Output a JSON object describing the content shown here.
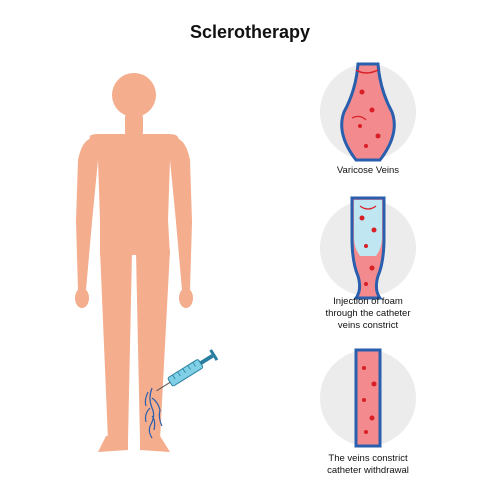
{
  "title": "Sclerotherapy",
  "steps": [
    {
      "lines": [
        "Varicose Veins"
      ]
    },
    {
      "lines": [
        "Injection of foam",
        "through the catheter",
        "veins constrict"
      ]
    },
    {
      "lines": [
        "The veins constrict",
        "catheter withdrawal"
      ]
    }
  ],
  "stock_id": "791099674",
  "colors": {
    "skin": "#f4ad8d",
    "vein_wall": "#2a5fae",
    "blood": "#f28a8e",
    "clot": "#d81f26",
    "foam": "#bfe6f1",
    "circle_bg": "#ececec",
    "syringe": "#7fd0e6"
  },
  "icons": [
    "human-silhouette",
    "syringe-icon",
    "vein-section-icon"
  ]
}
